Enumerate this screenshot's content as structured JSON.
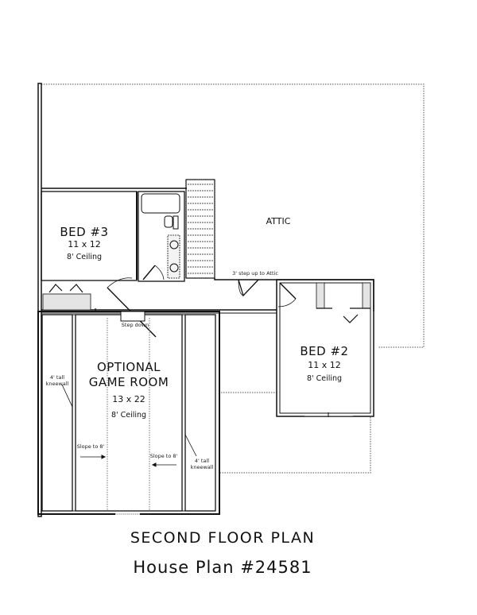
{
  "plan": {
    "title": "SECOND FLOOR PLAN",
    "subtitle": "House Plan #24581"
  },
  "rooms": {
    "bed3": {
      "name": "BED #3",
      "dims": "11 x 12",
      "ceiling": "8' Ceiling"
    },
    "bed2": {
      "name": "BED #2",
      "dims": "11 x 12",
      "ceiling": "8' Ceiling"
    },
    "attic": {
      "name": "ATTIC"
    },
    "game_room": {
      "name_line1": "OPTIONAL",
      "name_line2": "GAME ROOM",
      "dims": "13 x 22",
      "ceiling": "8' Ceiling"
    }
  },
  "notes": {
    "attic_step": "3' step up to Attic",
    "step_down": "Step down",
    "kneewall_left_1": "4' tall",
    "kneewall_left_2": "kneewall",
    "kneewall_right_1": "4' tall",
    "kneewall_right_2": "kneewall",
    "slope_left": "Slope to 8'",
    "slope_right": "Slope to 8'"
  },
  "colors": {
    "line": "#111111",
    "dotted": "#555555",
    "fill_closet": "#e4e4e4"
  }
}
